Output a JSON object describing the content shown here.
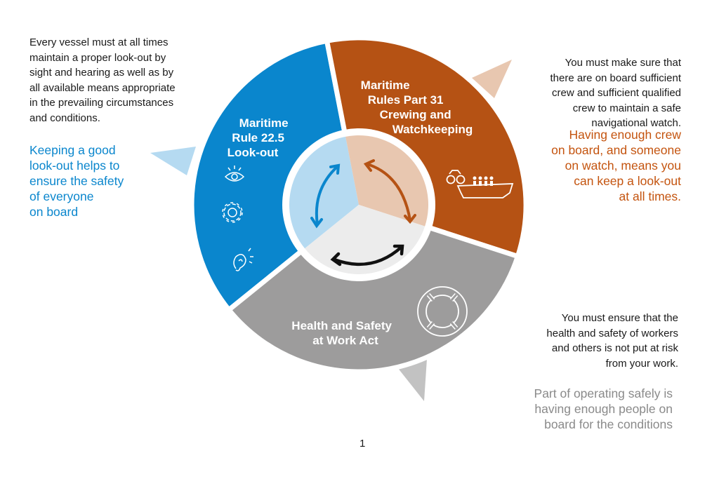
{
  "segments": {
    "lookout": {
      "title_lines": [
        "Maritime",
        "Rule 22.5",
        "Look-out"
      ],
      "color": "#0a86cd",
      "inner_color": "#b5daf1",
      "icons": [
        "eye-icon",
        "gear-icon",
        "ear-icon"
      ]
    },
    "crewing": {
      "title_lines": [
        "Maritime",
        "Rules Part 31",
        "Crewing and",
        "Watchkeeping"
      ],
      "color": "#b55214",
      "inner_color": "#e8c7b0",
      "icons": [
        "binoculars-icon",
        "boat-with-crew-icon"
      ]
    },
    "health": {
      "title_lines": [
        "Health and Safety",
        "at Work Act"
      ],
      "color": "#9d9c9c",
      "inner_color": "#ececec",
      "icons": [
        "lifebuoy-icon"
      ]
    }
  },
  "notes": {
    "lookout": {
      "body": [
        "Every vessel must at all times",
        "maintain a proper look-out by",
        "sight and hearing as well as by",
        "all available means appropriate",
        "in the prevailing circumstances",
        "and conditions."
      ],
      "highlight": [
        "Keeping a good",
        "look-out helps to",
        "ensure the safety",
        "of everyone",
        "on board"
      ],
      "highlight_color": "#0a86cd"
    },
    "crewing": {
      "body": [
        "You must make sure that",
        "there are on board sufficient",
        "crew and sufficient qualified",
        "crew to maintain a safe",
        "navigational watch."
      ],
      "highlight": [
        "Having enough crew",
        "on board, and someone",
        "on watch, means you",
        "can keep a look-out",
        "at all times."
      ],
      "highlight_color": "#c4540f"
    },
    "health": {
      "body": [
        "You must ensure that the",
        "health and safety of workers",
        "and others is not put at risk",
        "from your work."
      ],
      "highlight": [
        "Part of operating safely is",
        "having enough people on",
        "board for the conditions"
      ],
      "highlight_color": "#8a8a8a"
    }
  },
  "page_number": "1"
}
